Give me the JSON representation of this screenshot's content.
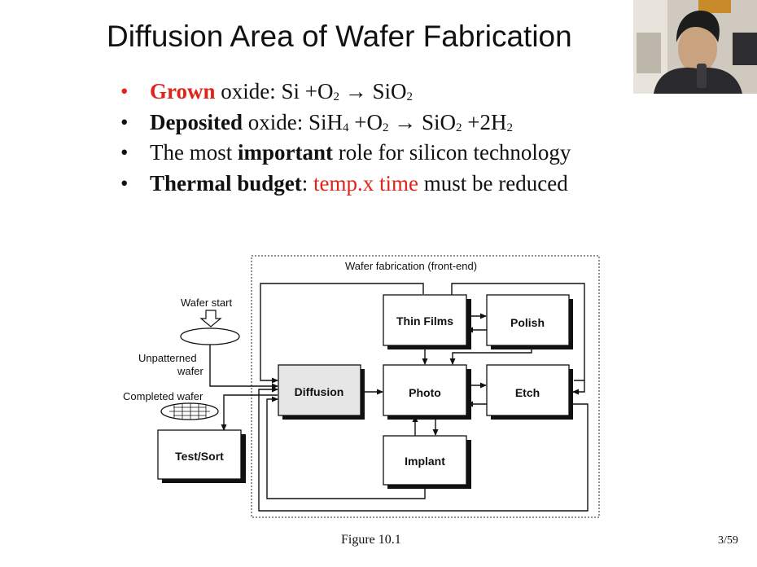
{
  "slide": {
    "title": "Diffusion Area of Wafer Fabrication",
    "bullets": [
      {
        "bold": "Grown",
        "pre": " oxide: Si +O",
        "sub1": "2",
        "mid": " → SiO",
        "sub2": "2",
        "post": ""
      },
      {
        "bold": "Deposited",
        "pre": " oxide: SiH",
        "sub1": "4",
        "mid": " +O",
        "sub2": "2",
        "arrow": " → SiO",
        "sub3": "2",
        "tail": " +2H",
        "sub4": "2"
      },
      {
        "pre": "The most ",
        "bold": "important",
        "post": " role for silicon technology"
      },
      {
        "bold": "Thermal budget",
        "colon": ": ",
        "red": "temp.x time",
        "post": " must be reduced"
      }
    ],
    "bullet_char": "•",
    "figure_caption": "Figure 10.1",
    "page_number": "3/59"
  },
  "diagram": {
    "frame_label": "Wafer fabrication (front-end)",
    "wafer_start": "Wafer start",
    "unpatterned_1": "Unpatterned",
    "unpatterned_2": "wafer",
    "completed_wafer": "Completed wafer",
    "boxes": {
      "thin_films": "Thin Films",
      "polish": "Polish",
      "diffusion": "Diffusion",
      "photo": "Photo",
      "etch": "Etch",
      "implant": "Implant",
      "test_sort": "Test/Sort"
    }
  },
  "colors": {
    "accent_red": "#e2231a",
    "diffusion_fill": "#e6e6e6"
  }
}
